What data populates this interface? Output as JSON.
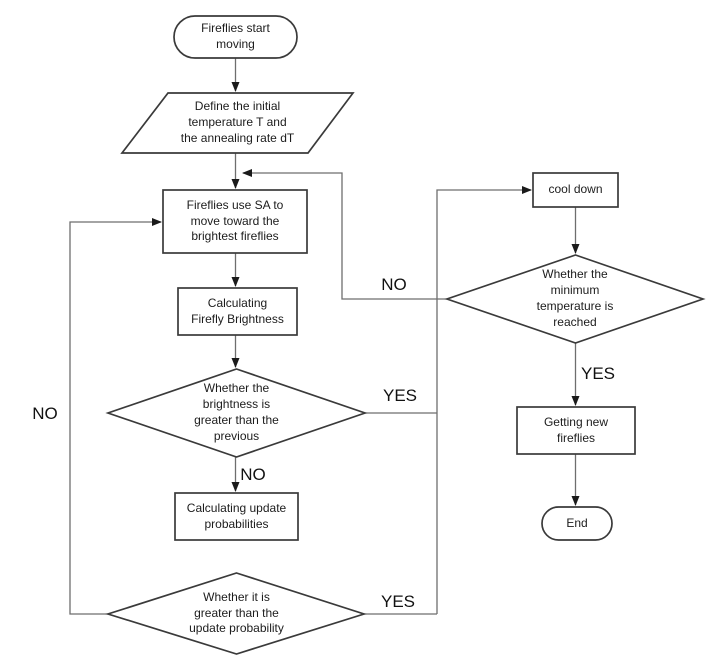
{
  "nodes": {
    "start": {
      "type": "terminator",
      "label": [
        "Fireflies start",
        "moving"
      ]
    },
    "init": {
      "type": "io",
      "label": [
        "Define the initial",
        "temperature T and",
        "the annealing rate dT"
      ]
    },
    "move": {
      "type": "process",
      "label": [
        "Fireflies use SA to",
        "move toward the",
        "brightest fireflies"
      ]
    },
    "brightness": {
      "type": "process",
      "label": [
        "Calculating",
        "Firefly Brightness"
      ]
    },
    "brightness_check": {
      "type": "decision",
      "label": [
        "Whether the",
        "brightness is",
        "greater than the",
        "previous"
      ]
    },
    "update_prob": {
      "type": "process",
      "label": [
        "Calculating update",
        "probabilities"
      ]
    },
    "prob_check": {
      "type": "decision",
      "label": [
        "Whether it is",
        "greater than the",
        "update probability"
      ]
    },
    "cool_down": {
      "type": "process",
      "label": "cool down"
    },
    "temp_check": {
      "type": "decision",
      "label": [
        "Whether the",
        "minimum",
        "temperature is",
        "reached"
      ]
    },
    "new_fireflies": {
      "type": "process",
      "label": [
        "Getting new",
        "fireflies"
      ]
    },
    "end": {
      "type": "terminator",
      "label": "End"
    }
  },
  "edge_labels": {
    "brightness_yes": "YES",
    "brightness_no": "NO",
    "prob_yes": "YES",
    "prob_no": "NO",
    "temp_yes": "YES",
    "temp_no": "NO"
  },
  "colors": {
    "background": "#ffffff",
    "shape_border": "#3a3a3a",
    "connector": "#6e6e6e",
    "arrowhead": "#1a1a1a",
    "text": "#1c1c1c"
  }
}
